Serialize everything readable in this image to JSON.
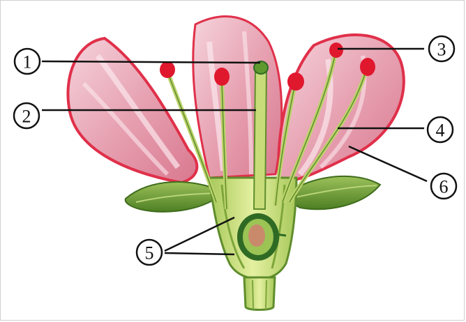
{
  "diagram": {
    "labels": [
      {
        "id": "label-1",
        "text": "1"
      },
      {
        "id": "label-2",
        "text": "2"
      },
      {
        "id": "label-3",
        "text": "3"
      },
      {
        "id": "label-4",
        "text": "4"
      },
      {
        "id": "label-5",
        "text": "5"
      },
      {
        "id": "label-6",
        "text": "6"
      }
    ],
    "colors": {
      "petal": "#e9a9b6",
      "petal_light": "#f6dde3",
      "petal_edge": "#e0304a",
      "anther": "#e0182e",
      "filament": "#bcd36c",
      "sepal": "#6f9d32",
      "receptacle": "#d3e684",
      "ovary_wall": "#2f6a25",
      "ovule": "#c98a6c",
      "line": "#111111"
    }
  }
}
